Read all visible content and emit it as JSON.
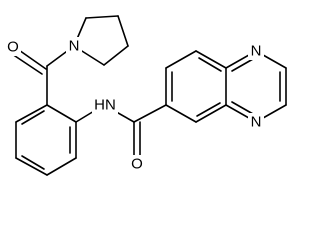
{
  "atoms": {
    "pyrrolidine_n": "N",
    "ketone_o": "O",
    "amide_nh": "H​N",
    "amide_o": "O",
    "quinoxaline_n1": "N",
    "quinoxaline_n4": "N"
  },
  "colors": {
    "bond": "#000000",
    "text": "#000000",
    "background": "#ffffff"
  }
}
